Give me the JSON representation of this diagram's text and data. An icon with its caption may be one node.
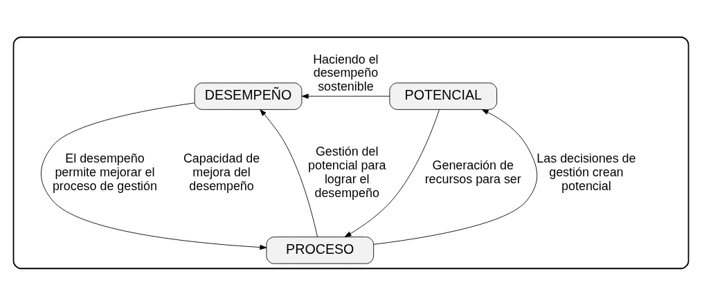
{
  "diagram": {
    "nodes": [
      {
        "text": [],
        "shape": "box"
      },
      {
        "text": [
          "DESEMPEÑO"
        ],
        "in": 0
      },
      {
        "text": [
          "POTENCIAL"
        ],
        "in": 0
      },
      {
        "text": [
          "PROCESO"
        ],
        "in": 0
      }
    ],
    "edges": [
      {
        "from": 2,
        "to": 1,
        "arrow": "to",
        "label": "Haciendo el desempeño sostenible"
      },
      {
        "from": 1,
        "to": 3,
        "arrow": "to",
        "label": "El desempeño permite mejorar el proceso de gestión"
      },
      {
        "from": 3,
        "to": 1,
        "arrow": "to",
        "label": "Gestión del potencial para lograr el desempeño"
      },
      {
        "from": 2,
        "to": 3,
        "arrow": "to",
        "label": "Generación de recursos para ser"
      },
      {
        "from": 3,
        "to": 2,
        "arrow": "to",
        "label": "Las decisiones de gestión crean potencial"
      }
    ],
    "labels": [
      "Capacidad de mejora del desempeño"
    ]
  }
}
